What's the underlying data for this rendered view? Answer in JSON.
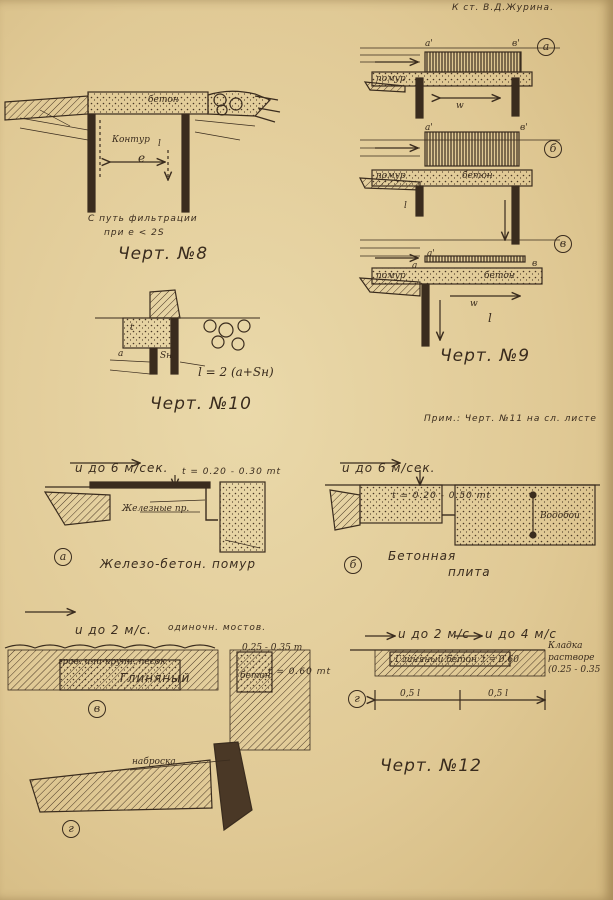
{
  "header": {
    "source_note": "К ст. В.Д.Журина."
  },
  "fig8": {
    "caption": "Черт. №8",
    "concrete_label": "бетон",
    "contour_label": "Контур",
    "l_label": "l",
    "e_label": "e",
    "note_line1": "С путь фильтрации",
    "note_line2": "при e < 2S"
  },
  "fig9": {
    "caption": "Черт. №9",
    "variant_a": "а",
    "variant_b": "б",
    "variant_v": "в",
    "pomur_label": "помур",
    "concrete_label": "бетон",
    "point_a_prime": "а'",
    "point_v_prime": "в'",
    "point_a": "a",
    "point_v": "в",
    "l0_label": "l",
    "w_label": "w"
  },
  "fig10": {
    "caption": "Черт. №10",
    "formula": "l = 2 (a+Sн)",
    "t_label": "t",
    "a_label": "a",
    "s_label": "Sн"
  },
  "note_fig11": "Прим.: Черт. №11 на сл. листе",
  "fig11": {
    "a": {
      "speed": "u до 6 м/сек.",
      "thickness": "t = 0.20 - 0.30 mt",
      "rails_label": "Железные пр.",
      "variant": "а",
      "caption": "Железо-бетон. помур"
    },
    "b": {
      "speed": "u до 6 м/сек.",
      "thickness": "t = 0.20 - 0.50 mt",
      "well_label": "Водобой",
      "variant": "б",
      "caption_line1": "Бетонная",
      "caption_line2": "плита"
    }
  },
  "fig12": {
    "caption": "Черт. №12",
    "left": {
      "speed": "u до 2 м/с.",
      "paving_label": "одиночн. мостов.",
      "gravel_label": "грав. или крупн. песок",
      "clay_label": "Глиняный",
      "concrete_label": "бетон",
      "top_thickness": "0.25 - 0.35 m",
      "thickness": "t = 0.60 mt",
      "variant_v": "в",
      "riprap_label": "наброска",
      "variant_g": "г"
    },
    "right": {
      "speed1": "u до 2 м/с",
      "speed2": "u до 4 м/с",
      "clay_concrete": "Глиняный бетон",
      "thickness": "t = 0.60",
      "side_note_line1": "Кладка",
      "side_note_line2": "растворе",
      "side_note_line3": "(0.25 - 0.35",
      "dim1": "0,5 l",
      "dim2": "0,5 l",
      "variant": "г"
    }
  }
}
